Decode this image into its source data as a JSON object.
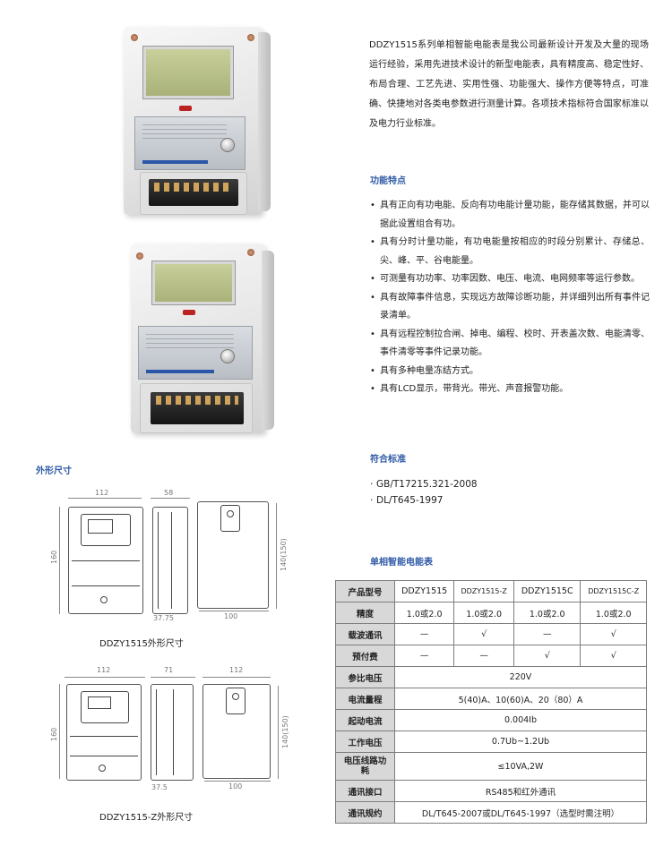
{
  "product": {
    "intro": "DDZY1515系列单相智能电能表是我公司最新设计开发及大量的现场运行经验，采用先进技术设计的新型电能表，具有精度高、稳定性好、布局合理、工艺先进、实用性强、功能强大、操作方便等特点，可准确、快捷地对各类电参数进行测量计算。各项技术指标符合国家标准以及电力行业标准。"
  },
  "features": {
    "title": "功能特点",
    "items": [
      "具有正向有功电能、反向有功电能计量功能，能存储其数据，并可以据此设置组合有功。",
      "具有分时计量功能，有功电能量按相应的时段分别累计、存储总、尖、峰、平、谷电能量。",
      "可测量有功功率、功率因数、电压、电流、电网频率等运行参数。",
      "具有故障事件信息，实现远方故障诊断功能，并详细列出所有事件记录清单。",
      "具有远程控制拉合闸、掉电、编程、校时、开表盖次数、电能清零、事件清零等事件记录功能。",
      "具有多种电量冻结方式。",
      "具有LCD显示，带背光。带光、声音报警功能。"
    ]
  },
  "standards": {
    "title": "符合标准",
    "items": [
      "GB/T17215.321-2008",
      "DL/T645-1997"
    ]
  },
  "dimensions": {
    "title": "外形尺寸",
    "drawing1": {
      "caption": "DDZY1515外形尺寸",
      "width_front": "112",
      "height_front": "160",
      "depth_side": "58",
      "side_bottom": "37.75",
      "back_height": "140(150)",
      "back_width": "100"
    },
    "drawing2": {
      "caption": "DDZY1515-Z外形尺寸",
      "width_front": "112",
      "height_front": "160",
      "depth_side": "71",
      "back_width_top": "112",
      "side_bottom": "37.5",
      "back_height": "140(150)",
      "back_width": "100"
    }
  },
  "table": {
    "title": "单相智能电能表",
    "header": {
      "label": "产品型号",
      "models": [
        "DDZY1515",
        "DDZY1515-Z",
        "DDZY1515C",
        "DDZY1515C-Z"
      ]
    },
    "rows4": [
      {
        "label": "精度",
        "cells": [
          "1.0或2.0",
          "1.0或2.0",
          "1.0或2.0",
          "1.0或2.0"
        ]
      },
      {
        "label": "载波通讯",
        "cells": [
          "—",
          "√",
          "—",
          "√"
        ]
      },
      {
        "label": "预付费",
        "cells": [
          "—",
          "—",
          "√",
          "√"
        ]
      }
    ],
    "rows_span": [
      {
        "label": "参比电压",
        "value": "220V"
      },
      {
        "label": "电流量程",
        "value": "5(40)A、10(60)A、20（80）A"
      },
      {
        "label": "起动电流",
        "value": "0.004Ib"
      },
      {
        "label": "工作电压",
        "value": "0.7Ub~1.2Ub"
      },
      {
        "label": "电压线路功耗",
        "value": "≤10VA,2W"
      },
      {
        "label": "通讯接口",
        "value": "RS485和红外通讯"
      },
      {
        "label": "通讯规约",
        "value": "DL/T645-2007或DL/T645-1997（选型时需注明）"
      }
    ]
  }
}
